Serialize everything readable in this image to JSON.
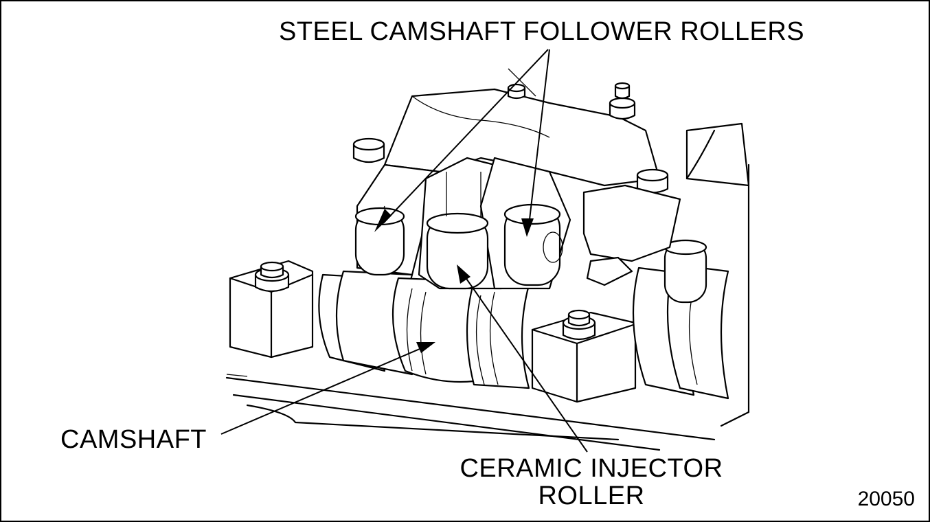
{
  "labels": {
    "steel_rollers": "STEEL CAMSHAFT FOLLOWER ROLLERS",
    "camshaft": "CAMSHAFT",
    "ceramic_line1": "CERAMIC INJECTOR",
    "ceramic_line2": "ROLLER"
  },
  "figure_number": "20050",
  "colors": {
    "line": "#000000",
    "background": "#ffffff"
  }
}
